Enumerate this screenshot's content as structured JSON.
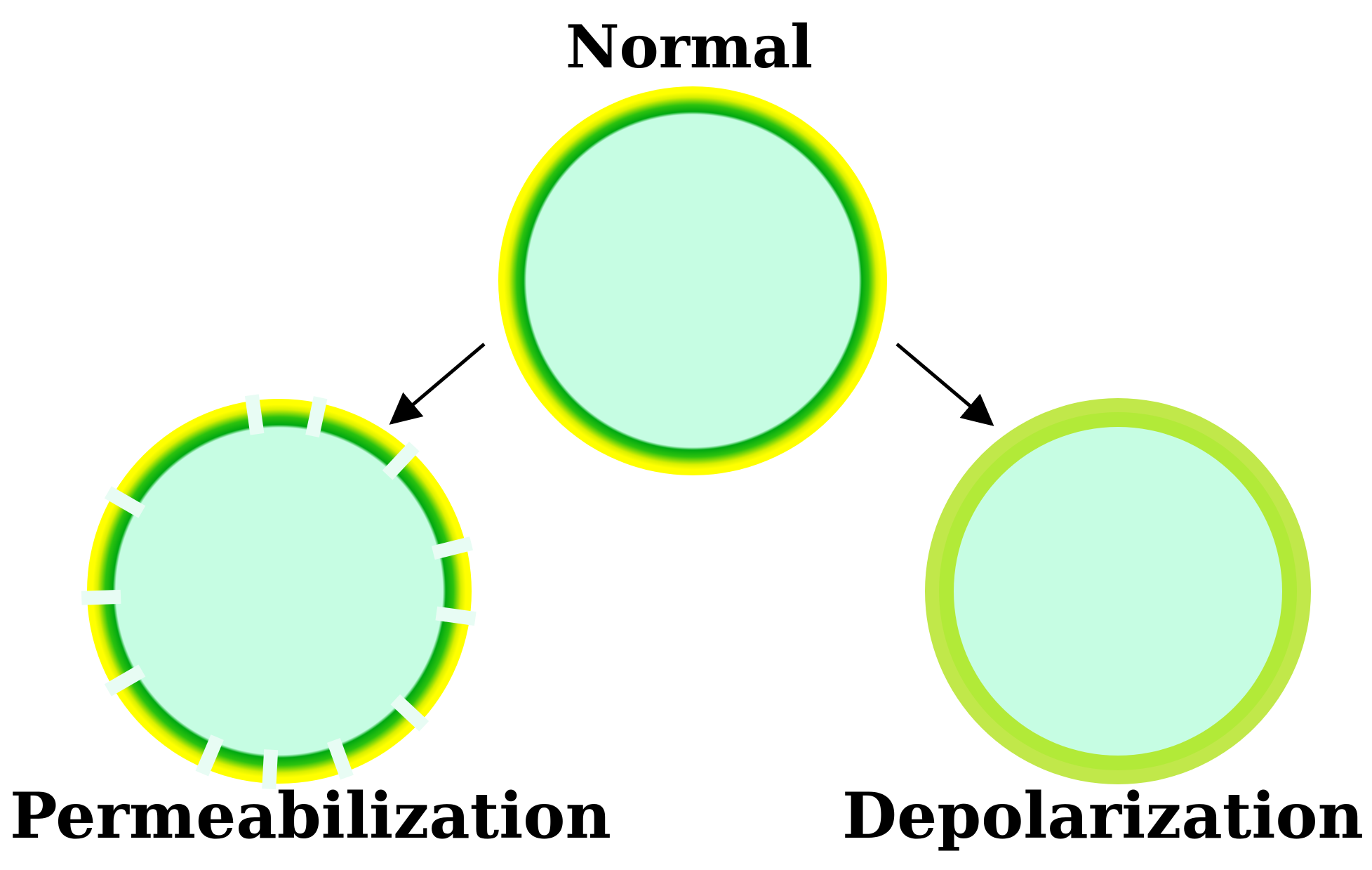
{
  "labels": {
    "normal": "Normal",
    "permeabilization": "Permeabilization",
    "depolarization": "Depolarization"
  },
  "colors": {
    "background": "#ffffff",
    "cell_interior": "#c6fde3",
    "membrane_outer": "#ffff00",
    "membrane_inner": "#00b80f",
    "depolarized_membrane": "#b7e83a",
    "arrow": "#000000",
    "text": "#000000"
  }
}
